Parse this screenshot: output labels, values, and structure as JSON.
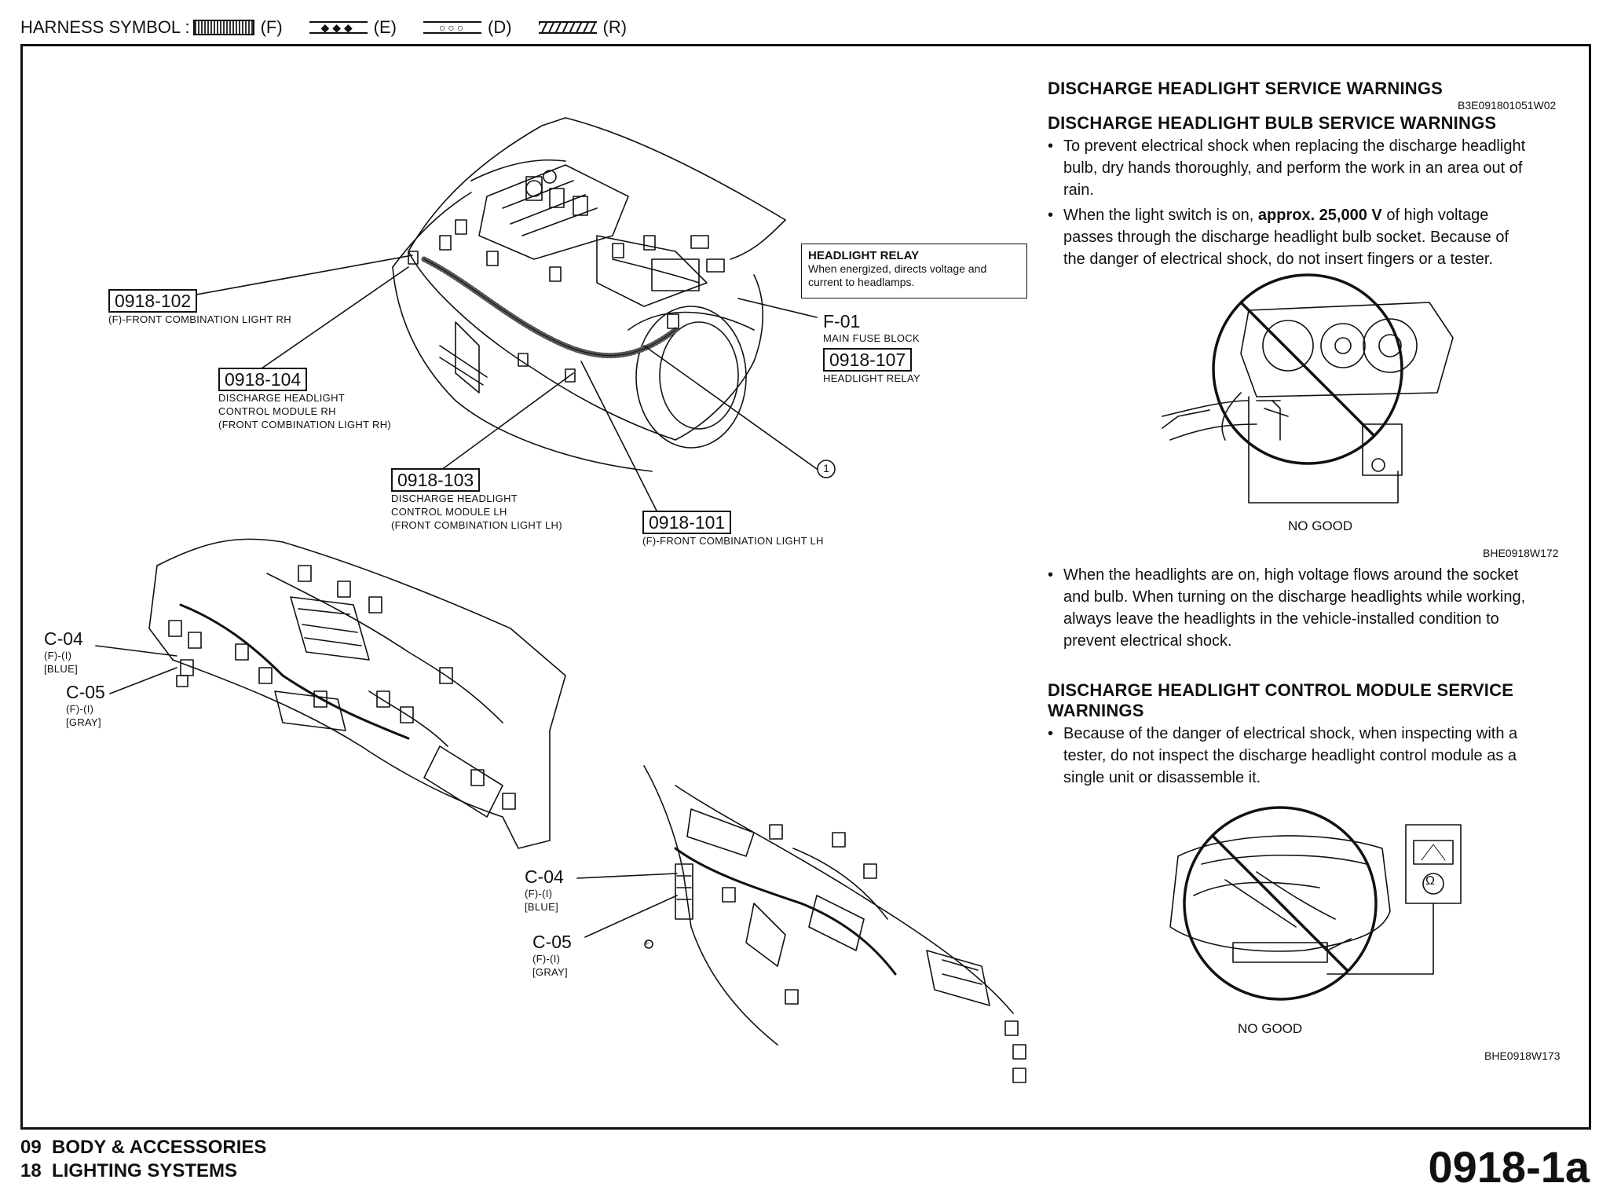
{
  "harness": {
    "label": "HARNESS SYMBOL :",
    "symbols": [
      {
        "glyph": "",
        "code": "(F)"
      },
      {
        "glyph": "◆◆◆",
        "code": "(E)"
      },
      {
        "glyph": "○○○",
        "code": "(D)"
      },
      {
        "glyph": "",
        "code": "(R)"
      }
    ]
  },
  "callouts": {
    "c102": {
      "code": "0918-102",
      "desc": "(F)-FRONT COMBINATION LIGHT RH"
    },
    "c104": {
      "code": "0918-104",
      "desc1": "DISCHARGE HEADLIGHT",
      "desc2": "CONTROL MODULE RH",
      "desc3": "(FRONT COMBINATION LIGHT RH)"
    },
    "c103": {
      "code": "0918-103",
      "desc1": "DISCHARGE HEADLIGHT",
      "desc2": "CONTROL MODULE LH",
      "desc3": "(FRONT COMBINATION LIGHT LH)"
    },
    "c101": {
      "code": "0918-101",
      "desc": "(F)-FRONT COMBINATION LIGHT LH"
    },
    "f01": {
      "code": "F-01",
      "desc": "MAIN FUSE BLOCK"
    },
    "c107": {
      "code": "0918-107",
      "desc": "HEADLIGHT RELAY"
    },
    "circle1": "1",
    "relay": {
      "title": "HEADLIGHT RELAY",
      "line1": "When energized, directs voltage and",
      "line2": "current to headlamps."
    },
    "c04a": {
      "code": "C-04",
      "sub1": "(F)-(I)",
      "sub2": "[BLUE]"
    },
    "c05a": {
      "code": "C-05",
      "sub1": "(F)-(I)",
      "sub2": "[GRAY]"
    },
    "c04b": {
      "code": "C-04",
      "sub1": "(F)-(I)",
      "sub2": "[BLUE]"
    },
    "c05b": {
      "code": "C-05",
      "sub1": "(F)-(I)",
      "sub2": "[GRAY]"
    },
    "fmark": "F"
  },
  "warnings": {
    "title1": "DISCHARGE HEADLIGHT SERVICE WARNINGS",
    "ref1": "B3E091801051W02",
    "title2": "DISCHARGE HEADLIGHT BULB SERVICE WARNINGS",
    "b1": {
      "l1": "To prevent electrical shock when replacing the discharge headlight",
      "l2": "bulb, dry hands thoroughly, and perform the work in an area out of",
      "l3": "rain."
    },
    "b2": {
      "pre": "When the light switch is on, ",
      "bold": "approx. 25,000 V",
      "post": " of high voltage",
      "l2": "passes through the discharge headlight bulb socket. Because of",
      "l3": "the danger of electrical shock, do not insert fingers or a tester."
    },
    "fig1_caption": "NO GOOD",
    "fig1_ref": "BHE0918W172",
    "b3": {
      "l1": "When the headlights are on, high voltage flows around the socket",
      "l2": "and bulb. When turning on the discharge headlights while working,",
      "l3": "always leave the headlights in the vehicle-installed condition to",
      "l4": "prevent electrical shock."
    },
    "title3a": "DISCHARGE HEADLIGHT CONTROL MODULE SERVICE",
    "title3b": "WARNINGS",
    "b4": {
      "l1": "Because of the danger of electrical shock, when inspecting with a",
      "l2": "tester, do not inspect the discharge headlight control module as a",
      "l3": "single unit or disassemble it."
    },
    "fig2_caption": "NO GOOD",
    "fig2_ref": "BHE0918W173",
    "meter_symbol": "Ω"
  },
  "footer": {
    "line1": "09  BODY & ACCESSORIES",
    "line2": "18  LIGHTING SYSTEMS",
    "page": "0918-1a"
  }
}
